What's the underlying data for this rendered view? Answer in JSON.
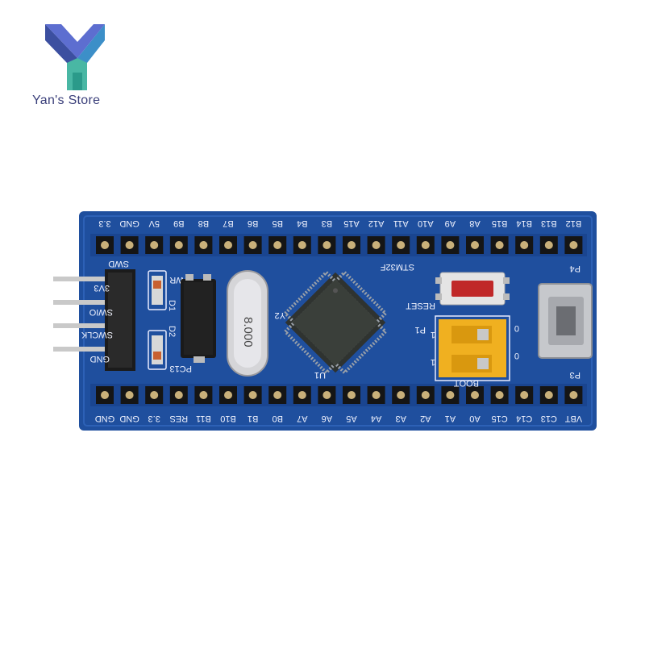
{
  "store": {
    "name": "Yan's Store"
  },
  "board": {
    "top_labels": [
      "3.3",
      "GND",
      "5V",
      "B9",
      "B8",
      "B7",
      "B6",
      "B5",
      "B4",
      "B3",
      "A15",
      "A12",
      "A11",
      "A10",
      "A9",
      "A8",
      "B15",
      "B14",
      "B13",
      "B12"
    ],
    "bottom_labels": [
      "VBT",
      "C13",
      "C14",
      "C15",
      "A0",
      "A1",
      "A2",
      "A3",
      "A4",
      "A5",
      "A6",
      "A7",
      "B0",
      "B1",
      "B10",
      "B11",
      "RES",
      "3.3",
      "GND",
      "GND"
    ],
    "swd_labels": [
      "3V3",
      "SWIO",
      "SWCLK",
      "GND"
    ],
    "silkscreen": {
      "swd": "SWD",
      "pwr": "PWR",
      "pc13": "PC13",
      "d1": "D1",
      "d2": "D2",
      "crystal": "8.000",
      "y2": "Y2",
      "u1": "U1",
      "chip": "STM32F",
      "reset": "RESET",
      "p1": "P1",
      "p3": "P3",
      "p4": "P4",
      "boot": "BOOT",
      "one": "1",
      "zero": "0"
    },
    "colors": {
      "pcb": "#1f4f9e",
      "jumper": "#f0b020",
      "chip": "#3a3f3a",
      "button": "#c02828"
    }
  }
}
